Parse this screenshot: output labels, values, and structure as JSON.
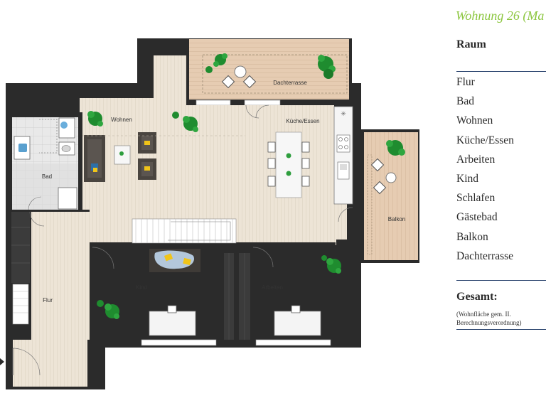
{
  "title": "Wohnung 26 (Ma",
  "table": {
    "header": "Raum",
    "rooms": [
      "Flur",
      "Bad",
      "Wohnen",
      "Küche/Essen",
      "Arbeiten",
      "Kind",
      "Schlafen",
      "Gästebad",
      "Balkon",
      "Dachterrasse"
    ],
    "total_label": "Gesamt:",
    "note": "(Wohnfläche gem. II. Berechnungsverordnung)"
  },
  "plan": {
    "labels": {
      "dachterrasse": "Dachterrasse",
      "wohnen": "Wohnen",
      "kueche": "Küche/Essen",
      "bad": "Bad",
      "balkon": "Balkon",
      "kind": "Kind",
      "arbeiten": "Arbeiten",
      "flur": "Flur"
    }
  },
  "colors": {
    "accent": "#8cc63f",
    "rule": "#1f3a66",
    "wall": "#2b2b2b",
    "floor": "#ede4d6",
    "terrace": "#e6ccb2"
  }
}
